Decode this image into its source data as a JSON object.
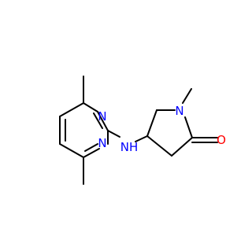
{
  "molecule": {
    "atoms": {
      "n_ring_top": "N",
      "n_ring_bottom": "N",
      "n_amine": "NH",
      "n_lactam": "N",
      "o_carbonyl": "O"
    },
    "colors": {
      "bond": "#000000",
      "nitrogen": "#0000ff",
      "oxygen": "#ff0000"
    }
  }
}
